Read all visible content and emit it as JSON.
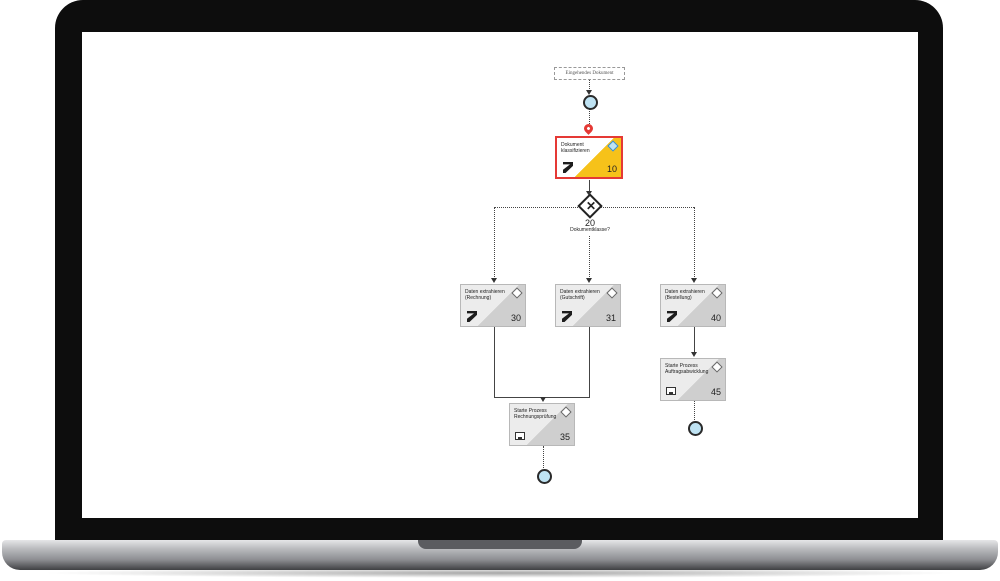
{
  "start_document": "Eingehendes Dokument",
  "gateway": {
    "number": "20",
    "label": "Dokumentklasse?"
  },
  "tasks": {
    "t10": {
      "label": "Dokument klassifizieren",
      "number": "10"
    },
    "t30": {
      "label": "Daten extrahieren (Rechnung)",
      "number": "30"
    },
    "t31": {
      "label": "Daten extrahieren (Gutschrift)",
      "number": "31"
    },
    "t40": {
      "label": "Daten extrahieren (Bestellung)",
      "number": "40"
    },
    "t35": {
      "label": "Starte Prozess Rechnungsprüfung",
      "number": "35"
    },
    "t45": {
      "label": "Starte Prozess Auftragsabwicklung",
      "number": "45"
    }
  },
  "colors": {
    "active_border": "#e53935",
    "active_fill": "#f6c21a",
    "event_fill": "#bfe3f3",
    "task_fill": "#ececec"
  }
}
